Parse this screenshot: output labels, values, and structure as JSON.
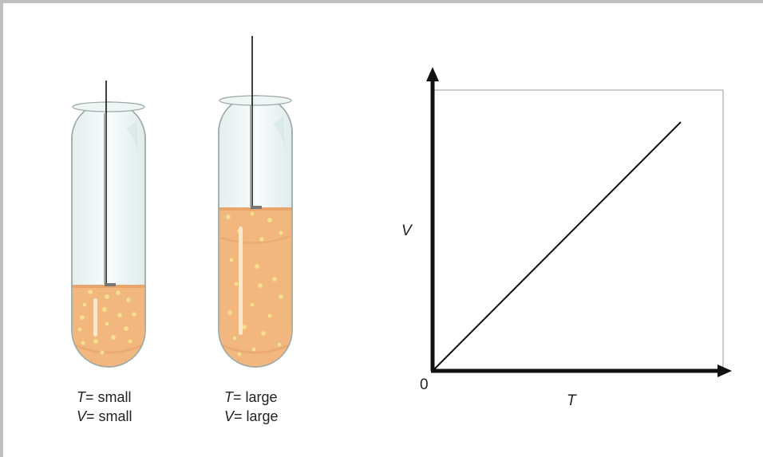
{
  "tubes": [
    {
      "t_var": "T",
      "t_eq": "= small",
      "v_var": "V",
      "v_eq": "= small",
      "liquid_level": "low"
    },
    {
      "t_var": "T",
      "t_eq": "= large",
      "v_var": "V",
      "v_eq": "= large",
      "liquid_level": "high"
    }
  ],
  "graph": {
    "y_label": "V",
    "x_label": "T",
    "origin_label": "0",
    "relationship": "linear, directly proportional"
  },
  "colors": {
    "liquid": "#f2b77e",
    "liquid_dark": "#e49a5a",
    "bubble": "#f7dd92",
    "glass_outline": "#9aa9a6",
    "glass_fill": "#e9f3f2",
    "axis": "#111111",
    "frame": "#bfbfbf"
  }
}
